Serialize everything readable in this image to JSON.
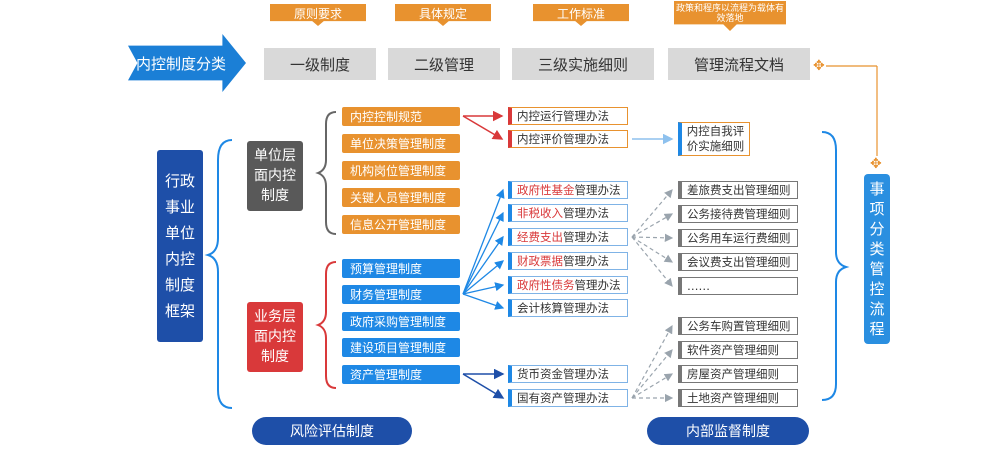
{
  "header": {
    "classification_label": "内控制度分类",
    "top_tags": [
      "原则要求",
      "具体规定",
      "工作标准",
      "政策和程序以流程为载体有效落地"
    ],
    "levels": [
      "一级制度",
      "二级管理",
      "三级实施细则",
      "管理流程文档"
    ]
  },
  "left_framework": {
    "label": "行政事业单位内控制度框架"
  },
  "unit_level": {
    "label": "单位层面内控制度",
    "items": [
      "内控控制规范",
      "单位决策管理制度",
      "机构岗位管理制度",
      "关键人员管理制度",
      "信息公开管理制度"
    ],
    "sub_items": [
      "内控运行管理办法",
      "内控评价管理办法"
    ],
    "detail": "内控自我评价实施细则"
  },
  "business_level": {
    "label": "业务层面内控制度",
    "items": [
      "预算管理制度",
      "财务管理制度",
      "政府采购管理制度",
      "建设项目管理制度",
      "资产管理制度"
    ],
    "finance_subs": [
      {
        "hl": "政府性基金",
        "rest": "管理办法"
      },
      {
        "hl": "非税收入",
        "rest": "管理办法"
      },
      {
        "hl": "经费支出",
        "rest": "管理办法"
      },
      {
        "hl": "财政票据",
        "rest": "管理办法"
      },
      {
        "hl": "政府性债务",
        "rest": "管理办法"
      },
      {
        "hl": "",
        "rest": "会计核算管理办法"
      }
    ],
    "finance_details": [
      "差旅费支出管理细则",
      "公务接待费管理细则",
      "公务用车运行费细则",
      "会议费支出管理细则",
      "……"
    ],
    "asset_subs": [
      "货币资金管理办法",
      "国有资产管理办法"
    ],
    "asset_details": [
      "公务车购置管理细则",
      "软件资产管理细则",
      "房屋资产管理细则",
      "土地资产管理细则"
    ]
  },
  "right_label": "事项分类管控流程",
  "bottom": {
    "risk": "风险评估制度",
    "supervision": "内部监督制度"
  },
  "colors": {
    "orange": "#e8922f",
    "dark_blue": "#1e4fa8",
    "blue": "#1e88e5",
    "red": "#d9393a",
    "grey": "#595959"
  }
}
